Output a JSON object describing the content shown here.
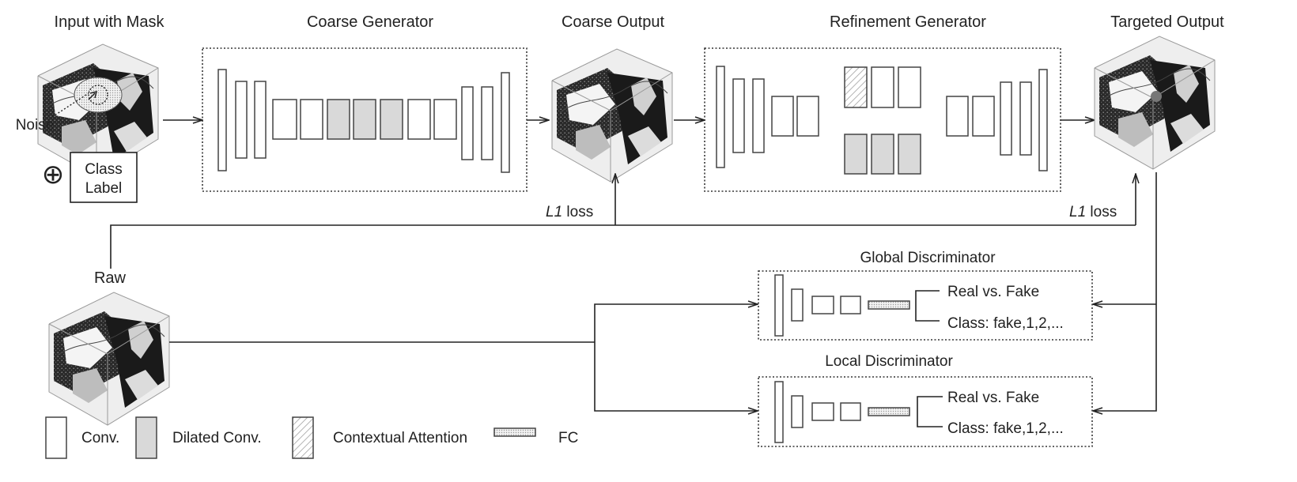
{
  "labels": {
    "input_with_mask": "Input with Mask",
    "coarse_generator": "Coarse Generator",
    "coarse_output": "Coarse Output",
    "refinement_generator": "Refinement Generator",
    "targeted_output": "Targeted Output",
    "noise": "Noise",
    "class_label_line1": "Class",
    "class_label_line2": "Label",
    "oplus": "⊕",
    "l1_loss_italic": "L1",
    "l1_loss_rest": " loss",
    "raw": "Raw",
    "global_discriminator": "Global Discriminator",
    "local_discriminator": "Local Discriminator",
    "real_vs_fake": "Real vs. Fake",
    "class_output": "Class: fake,1,2,..."
  },
  "legend": {
    "conv": "Conv.",
    "dilated_conv": "Dilated Conv.",
    "contextual_attention": "Contextual Attention",
    "fc": "FC"
  },
  "colors": {
    "line": "#222222",
    "dilated_fill": "#d9d9d9",
    "volume_dark": "#1a1a1a",
    "volume_light": "#e6e6e6"
  }
}
